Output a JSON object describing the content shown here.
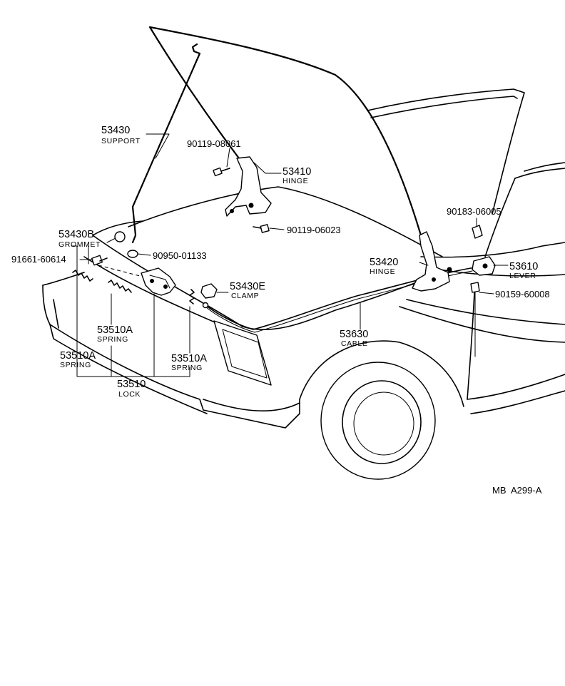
{
  "diagram_code": "MB  A299-A",
  "callouts": {
    "support": {
      "number": "53430",
      "name": "SUPPORT"
    },
    "bolt_hinge_top": {
      "number": "90119-08061"
    },
    "hinge_left": {
      "number": "53410",
      "name": "HINGE"
    },
    "bolt_hinge_bottom": {
      "number": "90119-06023"
    },
    "grommet": {
      "number": "53430B",
      "name": "GROMMET"
    },
    "screw_lock": {
      "number": "91661-60614"
    },
    "cushion": {
      "number": "90950-01133"
    },
    "clamp": {
      "number": "53430E",
      "name": "CLAMP"
    },
    "spring_center": {
      "number": "53510A",
      "name": "SPRING"
    },
    "spring_left": {
      "number": "53510A",
      "name": "SPRING"
    },
    "spring_right": {
      "number": "53510A",
      "name": "SPRING"
    },
    "lock": {
      "number": "53510",
      "name": "LOCK"
    },
    "hinge_right": {
      "number": "53420",
      "name": "HINGE"
    },
    "cable": {
      "number": "53630",
      "name": "CABLE"
    },
    "clip_lever": {
      "number": "90183-06005"
    },
    "lever": {
      "number": "53610",
      "name": "LEVER"
    },
    "clip_bottom": {
      "number": "90159-60008"
    }
  }
}
